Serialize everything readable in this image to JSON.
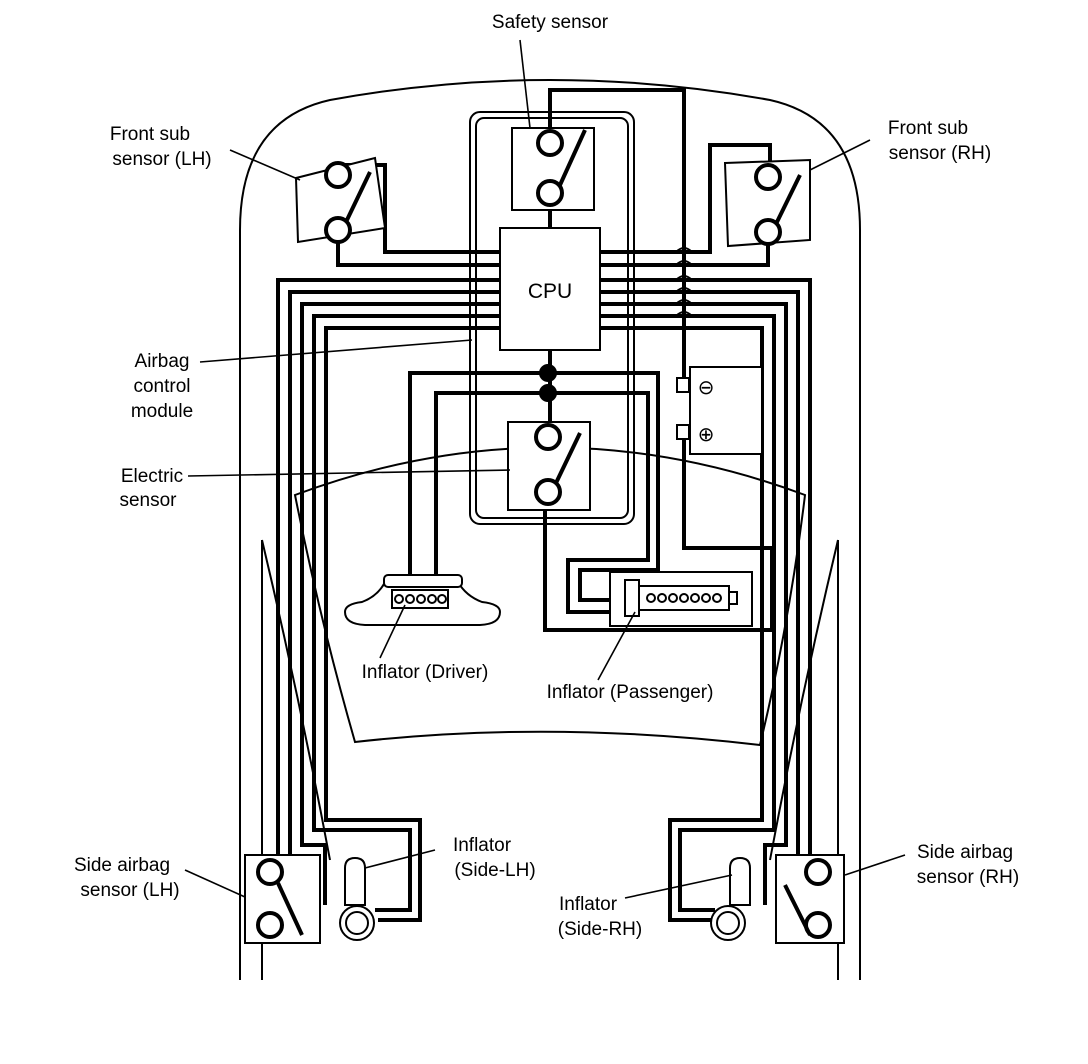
{
  "labels": {
    "safety_sensor": "Safety sensor",
    "front_sub_lh_line1": "Front sub",
    "front_sub_lh_line2": "sensor (LH)",
    "front_sub_rh_line1": "Front sub",
    "front_sub_rh_line2": "sensor (RH)",
    "cpu": "CPU",
    "airbag_line1": "Airbag",
    "airbag_line2": "control",
    "airbag_line3": "module",
    "electric_line1": "Electric",
    "electric_line2": "sensor",
    "inflator_driver": "Inflator (Driver)",
    "inflator_passenger": "Inflator (Passenger)",
    "inflator_side_lh_line1": "Inflator",
    "inflator_side_lh_line2": "(Side-LH)",
    "inflator_side_rh_line1": "Inflator",
    "inflator_side_rh_line2": "(Side-RH)",
    "side_sensor_lh_line1": "Side airbag",
    "side_sensor_lh_line2": "sensor (LH)",
    "side_sensor_rh_line1": "Side airbag",
    "side_sensor_rh_line2": "sensor (RH)"
  },
  "battery": {
    "negative_symbol": "⊖",
    "positive_symbol": "⊕"
  },
  "icons": [
    "switch-contact-icon",
    "battery-icon",
    "steering-wheel-icon",
    "passenger-inflator-icon",
    "side-inflator-icon"
  ]
}
